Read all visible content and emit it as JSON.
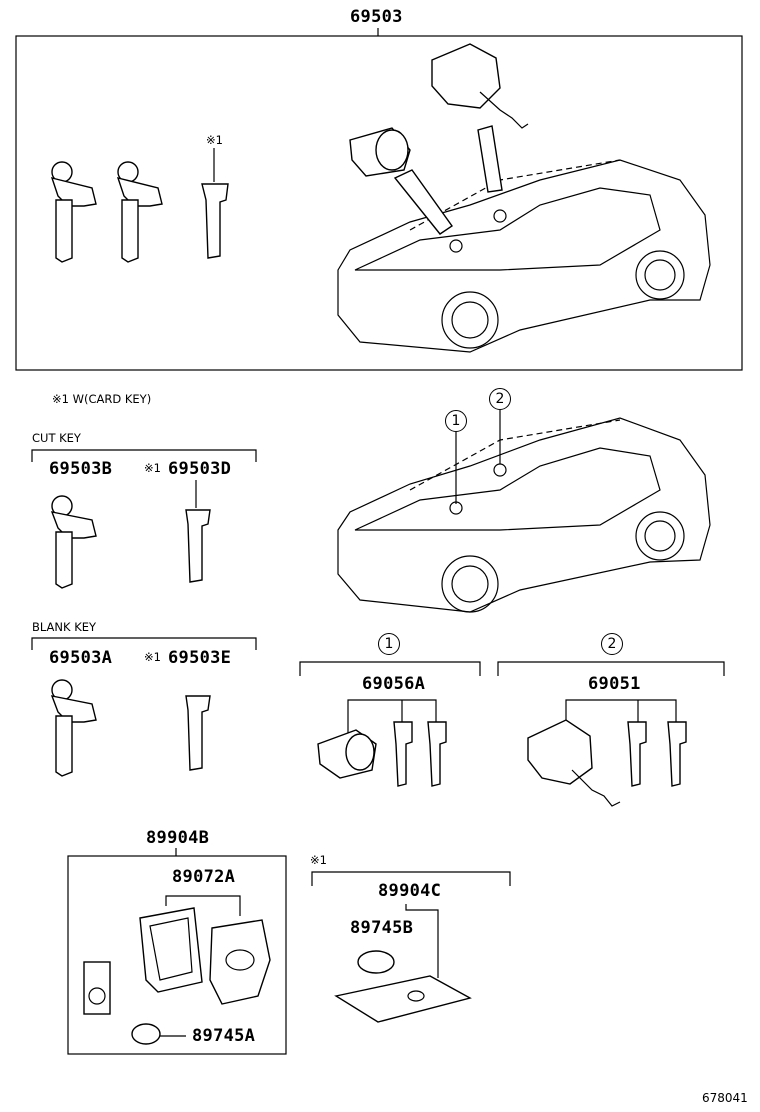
{
  "main_assembly": {
    "part_no": "69503",
    "note_mark": "※1"
  },
  "legend": {
    "note": "※1 W(CARD KEY)"
  },
  "cut_key": {
    "heading": "CUT KEY",
    "left_part": "69503B",
    "right_mark": "※1",
    "right_part": "69503D"
  },
  "blank_key": {
    "heading": "BLANK KEY",
    "left_part": "69503A",
    "right_mark": "※1",
    "right_part": "69503E"
  },
  "markers": {
    "one": "1",
    "two": "2"
  },
  "door_lock": {
    "marker": "1",
    "part_no": "69056A"
  },
  "ignition": {
    "marker": "2",
    "part_no": "69051"
  },
  "transmitter": {
    "part_no": "89904B",
    "case_part": "89072A",
    "battery_part": "89745A"
  },
  "card_key": {
    "mark": "※1",
    "part_no": "89904C",
    "battery_part": "89745B"
  },
  "figure_code": "678041"
}
